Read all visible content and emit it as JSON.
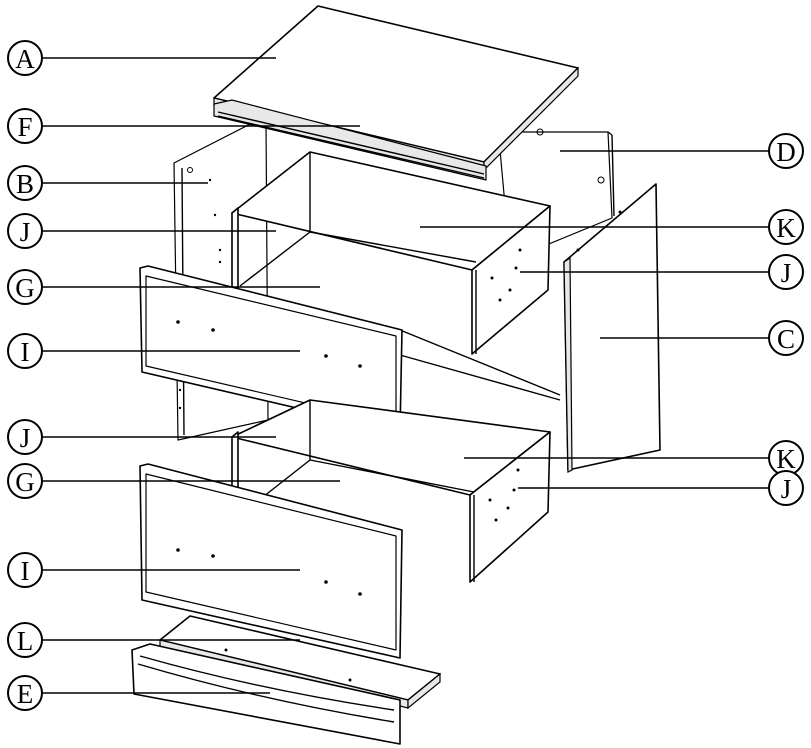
{
  "labels": {
    "A": "A",
    "B": "B",
    "C": "C",
    "D": "D",
    "E": "E",
    "F": "F",
    "G": "G",
    "I": "I",
    "J": "J",
    "K": "K",
    "L": "L"
  }
}
